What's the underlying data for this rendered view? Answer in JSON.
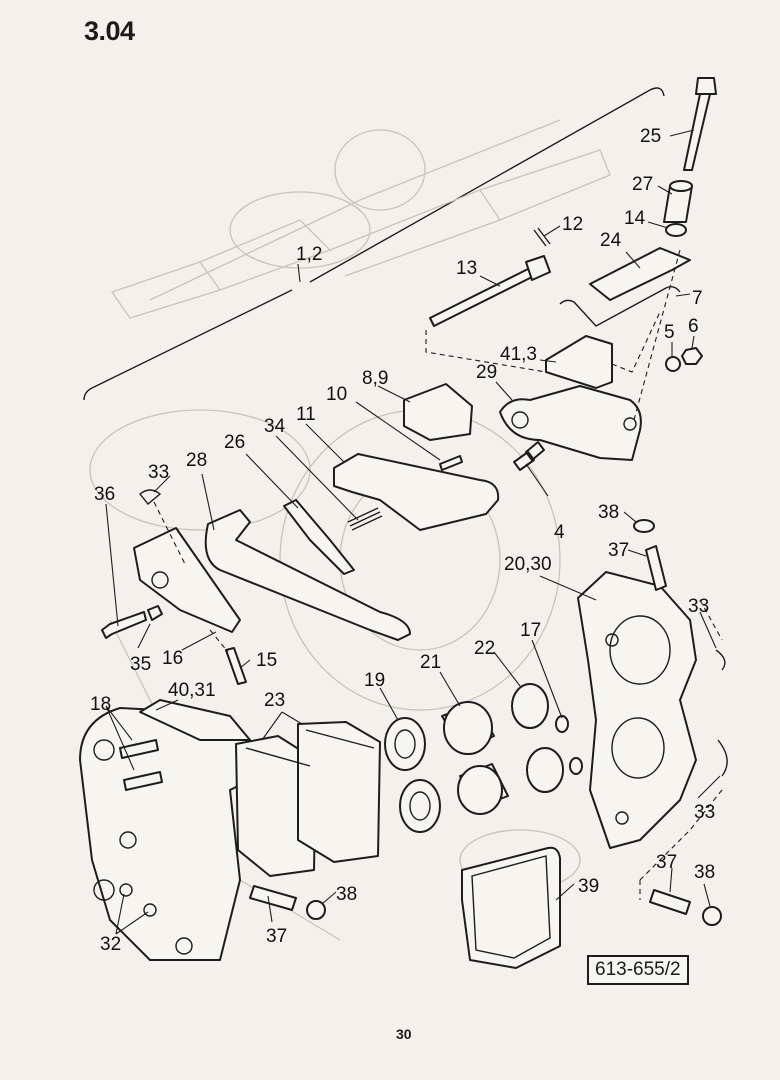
{
  "page": {
    "title": "3.04",
    "page_number": "30",
    "reference_code": "613-655/2"
  },
  "callouts": [
    "1,2",
    "25",
    "27",
    "14",
    "12",
    "24",
    "13",
    "7",
    "5",
    "6",
    "41,3",
    "29",
    "8,9",
    "10",
    "11",
    "34",
    "26",
    "28",
    "33",
    "36",
    "35",
    "16",
    "15",
    "4",
    "38",
    "37",
    "20,30",
    "33",
    "17",
    "22",
    "21",
    "19",
    "23",
    "40,31",
    "18",
    "33",
    "32",
    "37",
    "38",
    "37",
    "38",
    "39"
  ]
}
